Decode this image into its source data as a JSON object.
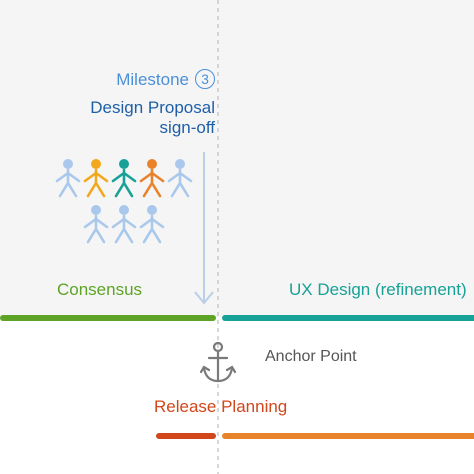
{
  "milestone": {
    "label": "Milestone",
    "number": "3",
    "title_line1": "Design Proposal",
    "title_line2": "sign-off"
  },
  "phases": {
    "consensus": "Consensus",
    "ux_design": "UX Design (refinement)"
  },
  "anchor": {
    "label": "Anchor Point"
  },
  "release": {
    "label": "Release Planning"
  },
  "colors": {
    "background_top": "#f5f5f5",
    "background_bottom": "#ffffff",
    "milestone_blue": "#4a90d9",
    "proposal_blue": "#1e5fa8",
    "consensus_green": "#5da426",
    "ux_teal": "#17a197",
    "release_red": "#d2461c",
    "release_orange": "#e8832c",
    "anchor_gray": "#7a7a7a",
    "text_gray": "#555555",
    "divider_gray": "#bdbdbd",
    "arrow_blue": "#b9cfe8",
    "person_light": "#a9c8ec",
    "person_yellow": "#f2a81d",
    "person_teal": "#17a197",
    "person_orange": "#e8832c"
  }
}
